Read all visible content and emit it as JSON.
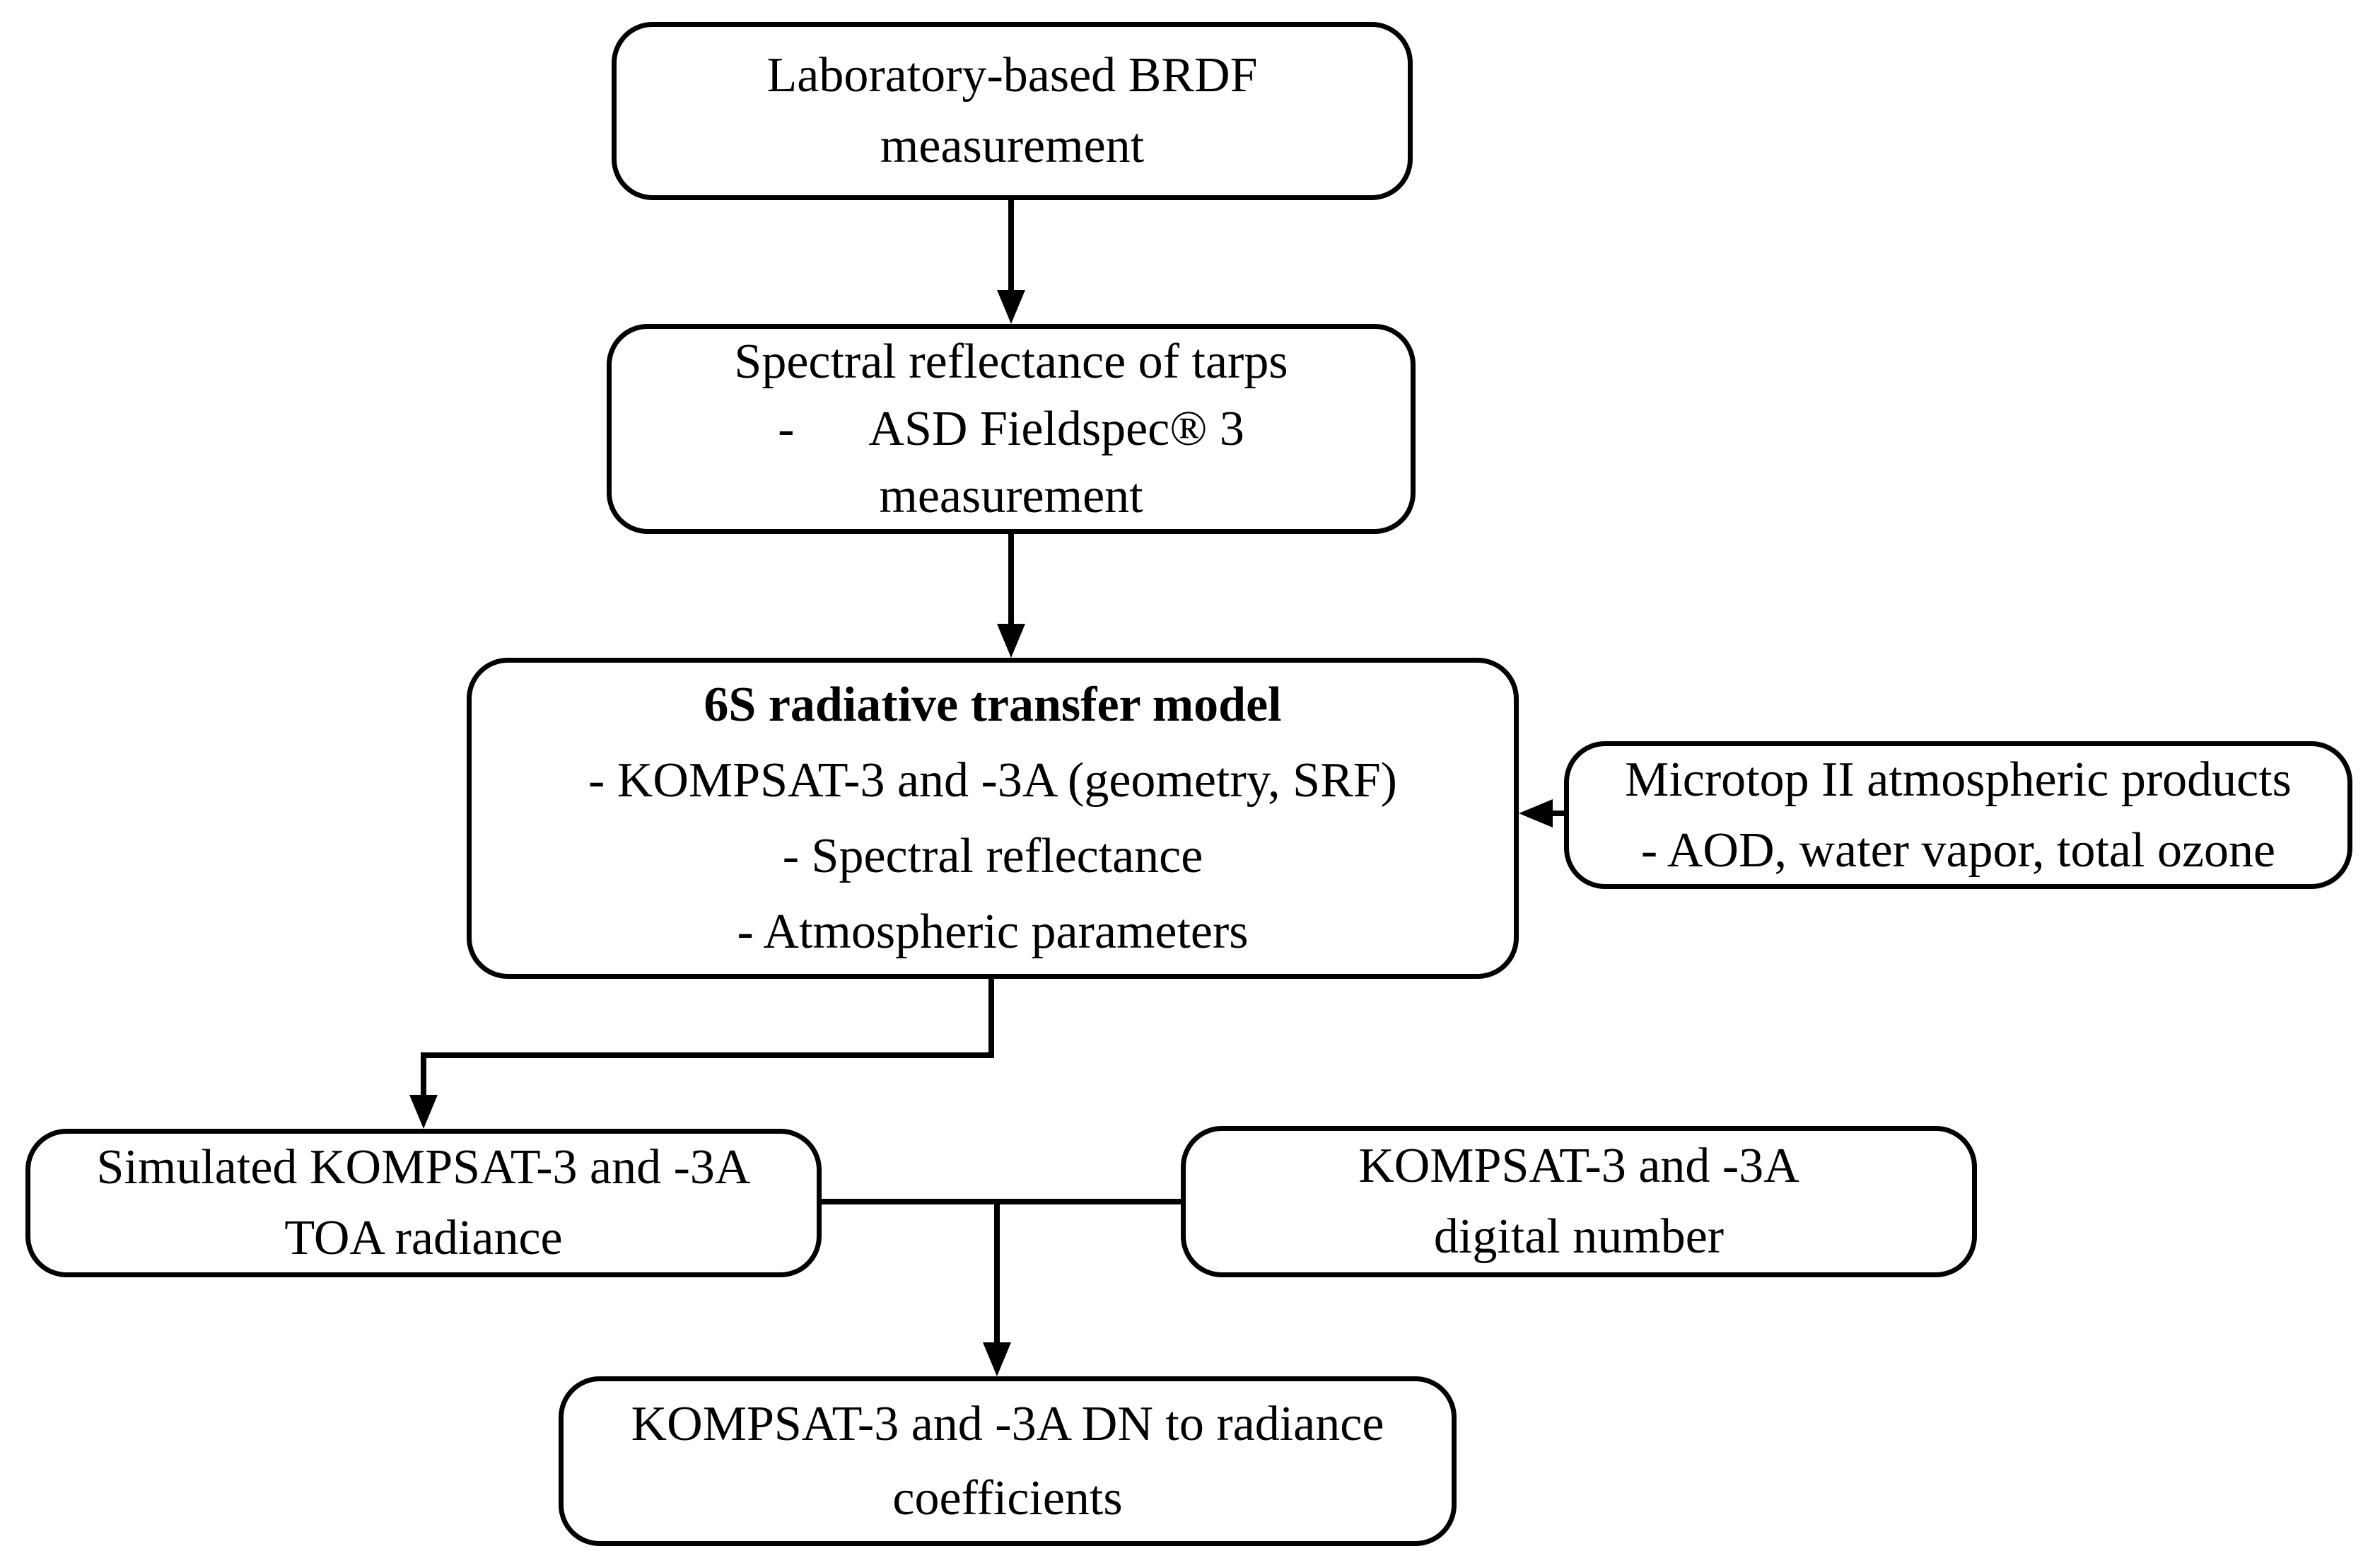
{
  "colors": {
    "background": "#ffffff",
    "node_fill": "#ffffff",
    "node_border": "#000000",
    "text": "#000000",
    "connector": "#000000"
  },
  "nodes": {
    "brdf": {
      "lines": [
        "Laboratory-based BRDF",
        "measurement"
      ]
    },
    "tarps": {
      "lines": [
        "Spectral reflectance of tarps",
        "-  ASD Fieldspec® 3",
        "measurement"
      ]
    },
    "sixs": {
      "title": "6S radiative transfer model",
      "lines": [
        "- KOMPSAT-3 and -3A (geometry, SRF)",
        "- Spectral reflectance",
        "- Atmospheric parameters"
      ]
    },
    "microtop": {
      "lines": [
        "Microtop II atmospheric products",
        "- AOD, water vapor, total ozone"
      ]
    },
    "toa": {
      "lines": [
        "Simulated KOMPSAT-3 and -3A",
        "TOA radiance"
      ]
    },
    "dn": {
      "lines": [
        "KOMPSAT-3 and -3A",
        "digital number"
      ]
    },
    "coeff": {
      "lines": [
        "KOMPSAT-3 and -3A DN to radiance",
        "coefficients"
      ]
    }
  }
}
